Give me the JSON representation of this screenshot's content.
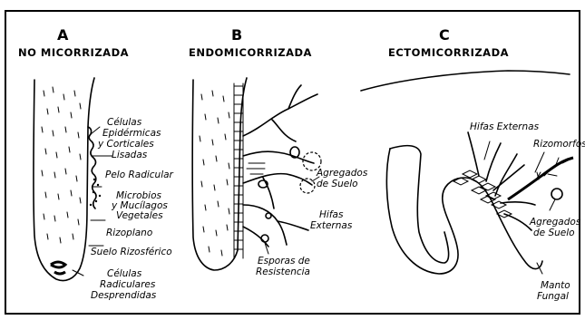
{
  "panels": {
    "a": {
      "letter": "A",
      "title": "NO MICORRIZADA"
    },
    "b": {
      "letter": "B",
      "title": "ENDOMICORRIZADA"
    },
    "c": {
      "letter": "C",
      "title": "ECTOMICORRIZADA"
    }
  },
  "labels_a": {
    "cells_1": "Células",
    "cells_2": "Epidérmicas",
    "cells_3": "y Corticales",
    "cells_4": "Lisadas",
    "hair": "Pelo Radicular",
    "microbes_1": "Microbios",
    "microbes_2": "y Mucílagos",
    "microbes_3": "Vegetales",
    "rhizoplane": "Rizoplano",
    "rhizosphere": "Suelo Rizosférico",
    "shed_1": "Células",
    "shed_2": "Radiculares",
    "shed_3": "Desprendidas"
  },
  "labels_b": {
    "aggregates_1": "Agregados",
    "aggregates_2": "de Suelo",
    "hyphae_1": "Hifas",
    "hyphae_2": "Externas",
    "spores_1": "Esporas de",
    "spores_2": "Resistencia"
  },
  "labels_c": {
    "hyphae": "Hifas Externas",
    "rhizomorphs": "Rizomorfos",
    "aggregates_1": "Agregados",
    "aggregates_2": "de Suelo",
    "mantle_1": "Manto",
    "mantle_2": "Fungal"
  }
}
